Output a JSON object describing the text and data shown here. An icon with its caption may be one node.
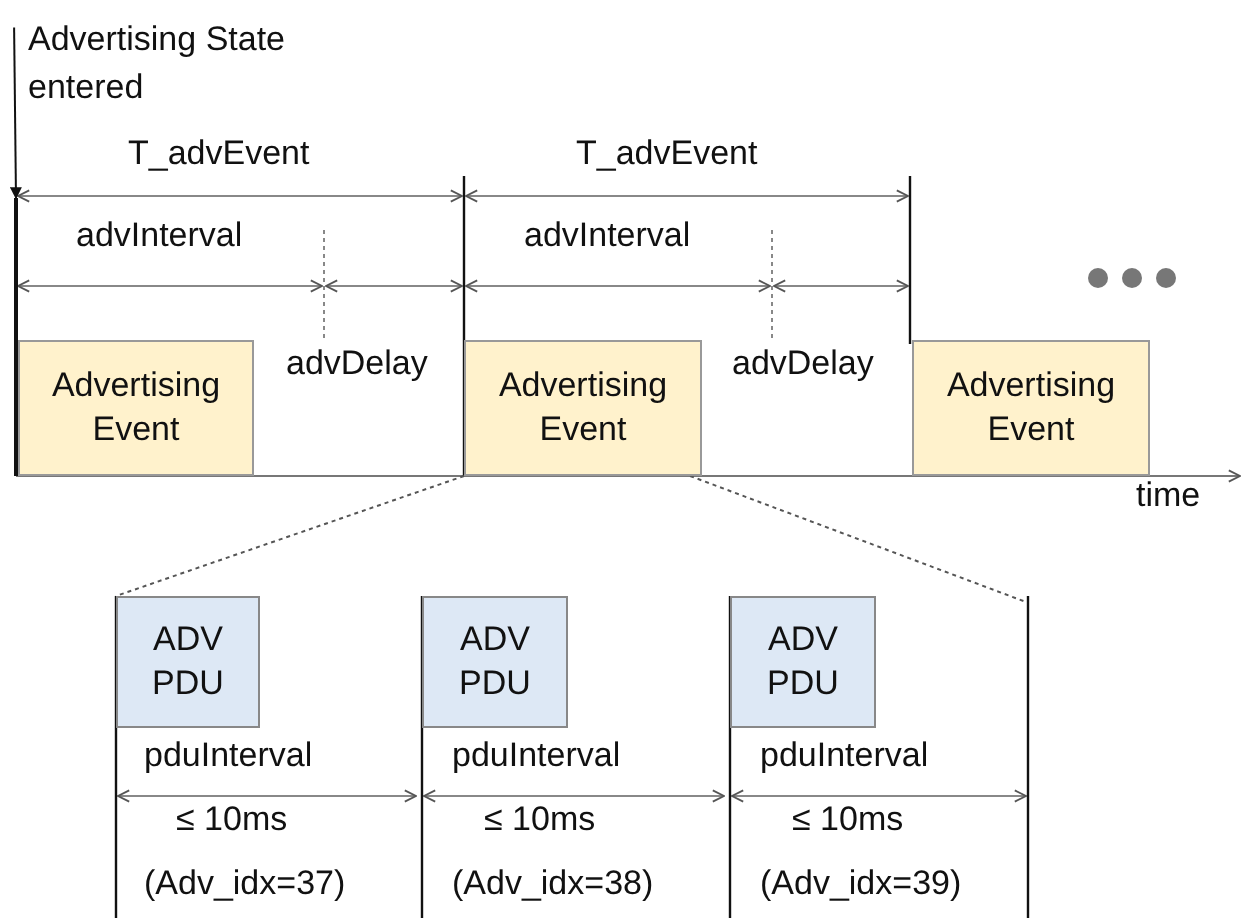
{
  "diagram": {
    "nodes": [
      {
        "text": [
          "Advertising State entered"
        ]
      },
      {
        "text": [],
        "shape": "bar"
      },
      {
        "text": [
          "Advertising Event"
        ]
      },
      {
        "text": [
          "Advertising Event"
        ]
      },
      {
        "text": [
          "Advertising Event"
        ]
      },
      {
        "text": [
          "ADV PDU"
        ]
      },
      {
        "text": [
          "ADV PDU"
        ]
      },
      {
        "text": [
          "ADV PDU"
        ]
      }
    ],
    "edges": [
      {
        "from": 0,
        "to": 1,
        "arrow": "to"
      },
      {
        "from": 3,
        "to": 5,
        "arrow": "none",
        "style": "dashed"
      },
      {
        "from": 3,
        "to": null,
        "arrow": "none",
        "style": "dashed"
      }
    ],
    "labels": [
      "T_advEvent",
      "T_advEvent",
      "advInterval",
      "advInterval",
      "advDelay",
      "advDelay",
      "time",
      "pduInterval",
      "pduInterval",
      "pduInterval",
      "≤ 10ms",
      "≤ 10ms",
      "≤ 10ms",
      "(Adv_idx=37)",
      "(Adv_idx=38)",
      "(Adv_idx=39)"
    ]
  }
}
